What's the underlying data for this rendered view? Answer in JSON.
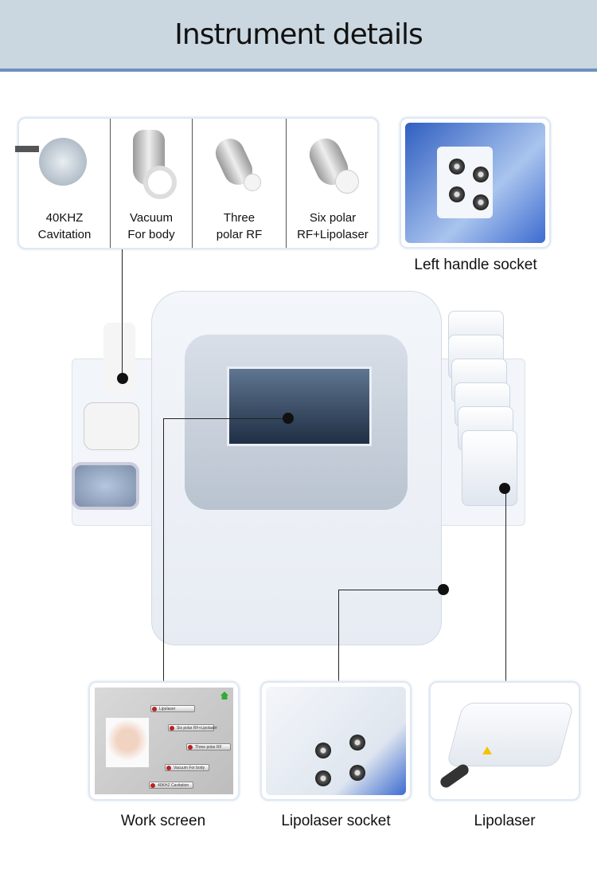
{
  "header": {
    "title": "Instrument details"
  },
  "handles": [
    {
      "label_line1": "40KHZ",
      "label_line2": "Cavitation"
    },
    {
      "label_line1": "Vacuum",
      "label_line2": "For body"
    },
    {
      "label_line1": "Three",
      "label_line2": "polar RF"
    },
    {
      "label_line1": "Six polar",
      "label_line2": "RF+Lipolaser"
    }
  ],
  "left_socket": {
    "caption": "Left handle socket"
  },
  "work_screen": {
    "caption": "Work screen",
    "menu": [
      "Lipolaser",
      "Six polar RF+Lipolaser",
      "Three polar RF",
      "Vacuum For body",
      "40KHZ Cavitation"
    ]
  },
  "lipolaser_socket": {
    "caption": "Lipolaser socket"
  },
  "lipolaser": {
    "caption": "Lipolaser"
  },
  "colors": {
    "header_bg": "#cad7e0",
    "header_border": "#6f8fbf",
    "box_border": "#dfe8f3"
  }
}
